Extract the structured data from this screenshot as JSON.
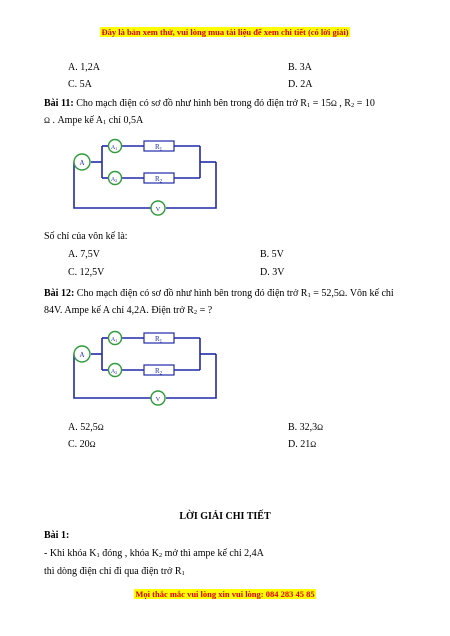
{
  "header_banner": "Đây là bản xem thử, vui lòng mua tài liệu để xem chi tiết (có lời giải)",
  "footer_banner": "Mọi thắc mắc vui lòng xin vui lòng: 084 283 45 85",
  "prev_options": {
    "a": "A. 1,2A",
    "b": "B. 3A",
    "c": "C. 5A",
    "d": "D. 2A"
  },
  "q11": {
    "label": "Bài 11:",
    "text_1": " Cho mạch điện có sơ đồ  như hình bên  trong đó điện trở R",
    "r1_sub": "1",
    "text_2": " = 15",
    "ohm": "Ω",
    "text_3": " , R",
    "r2_sub": "2",
    "text_4": " = 10",
    "text_5": " . Ampe kế A",
    "a1_sub": "1",
    "text_6": " chỉ 0,5A",
    "question": "Số chỉ của vôn kế là:",
    "options": {
      "a": "A. 7,5V",
      "b": "B. 5V",
      "c": "C. 12,5V",
      "d": "D. 3V"
    }
  },
  "q12": {
    "label": "Bài 12:",
    "text_1": " Cho mạch điện có sơ đồ như hình bên  trong đó điện trở R",
    "r1_sub": "1",
    "text_2": " = 52,5",
    "ohm": "Ω",
    "text_3": ". Vôn kế chỉ 84V. Ampe kế A chỉ 4,2A. Điện trở R",
    "r2_sub": "2",
    "text_4": " = ?",
    "options": {
      "a": "A. 52,5",
      "b": "B. 32,3",
      "c": "C. 20",
      "d": "D. 21"
    }
  },
  "circuit": {
    "ammeter_main": "A",
    "ammeter_1": "A",
    "ammeter_1_sub": "1",
    "ammeter_2": "A",
    "ammeter_2_sub": "2",
    "resistor_1": "R",
    "resistor_1_sub": "1",
    "resistor_2": "R",
    "resistor_2_sub": "2",
    "voltmeter": "V"
  },
  "solution": {
    "title": "LỜI GIẢI CHI TIẾT",
    "bai1_label": "Bài 1:",
    "line1_a": "- Khi khóa K",
    "k1_sub": "1",
    "line1_b": " đóng , khóa K",
    "k2_sub": "2",
    "line1_c": " mở thì ampe kế chỉ 2,4A",
    "line2_a": " thì dòng điện chỉ đi qua điện trở R",
    "r1_sub": "1"
  },
  "colors": {
    "banner_red": "#d90000",
    "highlight": "#ffff00",
    "wire_blue": "#1f2aa8",
    "meter_green": "#2e9b3a"
  }
}
